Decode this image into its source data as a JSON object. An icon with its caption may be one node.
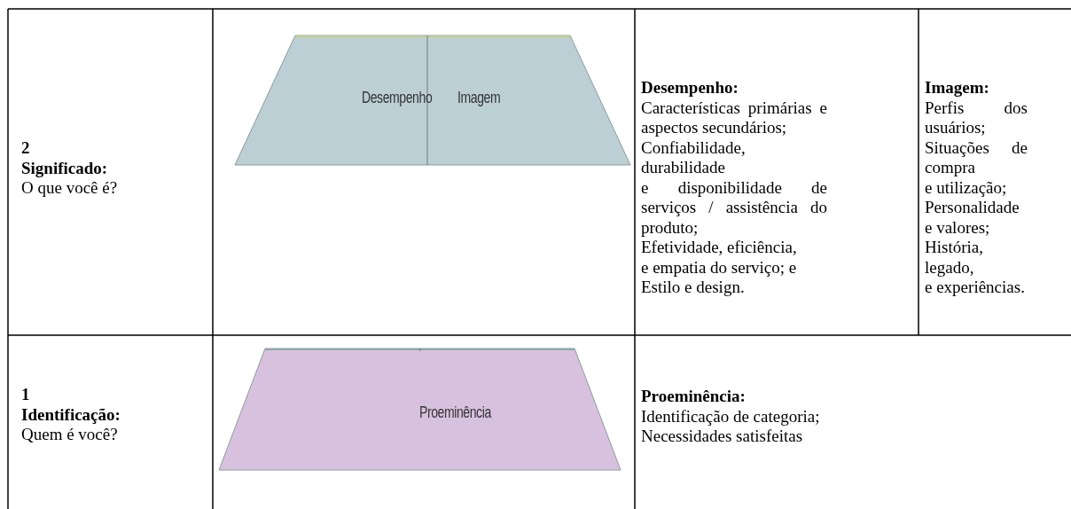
{
  "diagram": {
    "nodes": [
      {
        "text": [],
        "shape": "trapezoid"
      },
      {
        "text": [
          "Desempenho"
        ],
        "in": 0
      },
      {
        "text": [
          "Imagem"
        ],
        "in": 0
      },
      {
        "text": [
          "Proeminência"
        ]
      }
    ],
    "labels": [
      "2",
      "Significado:",
      "O que você é?",
      "Desempenho:",
      "Características primárias e aspectos secundários;",
      "Confiabilidade,",
      "durabilidade",
      "e disponibilidade de serviços / assistência do produto;",
      "Efetividade, eficiência,",
      "e empatia do serviço; e",
      "Estilo e design.",
      "Imagem:",
      "Perfis dos usuários;",
      "Situações de compra",
      "e utilização;",
      "Personalidade",
      "e valores;",
      "História,",
      "legado,",
      "e experiências.",
      "1",
      "Identificação:",
      "Quem é você?",
      "Proeminência:",
      "Identificação de categoria;",
      "Necessidades satisfeitas"
    ]
  }
}
